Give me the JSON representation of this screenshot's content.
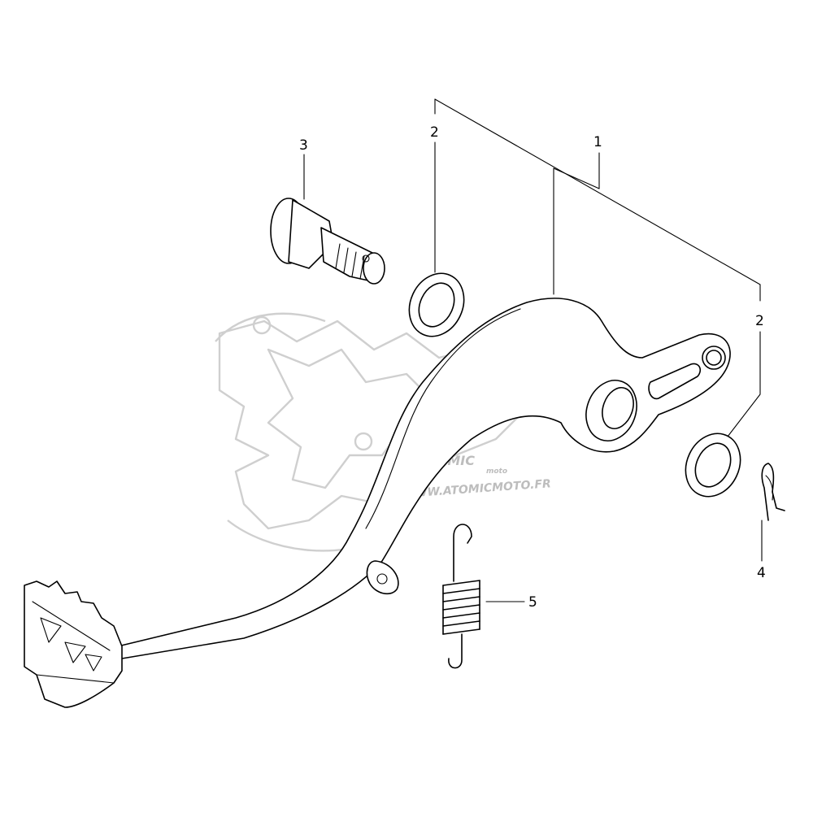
{
  "callouts": {
    "c1": "1",
    "c2a": "2",
    "c2b": "2",
    "c3": "3",
    "c4": "4",
    "c5": "5"
  },
  "watermark": {
    "brand": "ATOMIC",
    "brand_sub": "moto",
    "url": "WWW.ATOMICMOTO.FR"
  },
  "colors": {
    "line": "#000000",
    "watermark": "#cfcfcf",
    "background": "#ffffff"
  }
}
